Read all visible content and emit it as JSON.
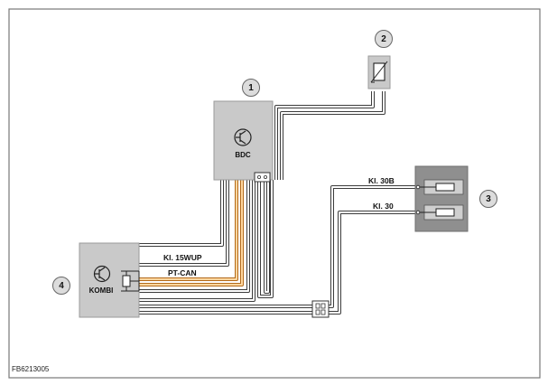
{
  "figure_id": "FB6213005",
  "components": [
    {
      "number": "1",
      "label": "BDC"
    },
    {
      "number": "2",
      "label": ""
    },
    {
      "number": "3",
      "label": ""
    },
    {
      "number": "4",
      "label": "KOMBI"
    }
  ],
  "wire_labels": {
    "kl15wup": "Kl. 15WUP",
    "ptcan": "PT-CAN",
    "kl30b": "Kl. 30B",
    "kl30": "Kl. 30"
  },
  "colors": {
    "border": "#777777",
    "module_fill": "#c9c9c9",
    "fuse_block": "#8f8f8f",
    "wire": "#3c3c3c",
    "can_wire": "#e8953a"
  }
}
